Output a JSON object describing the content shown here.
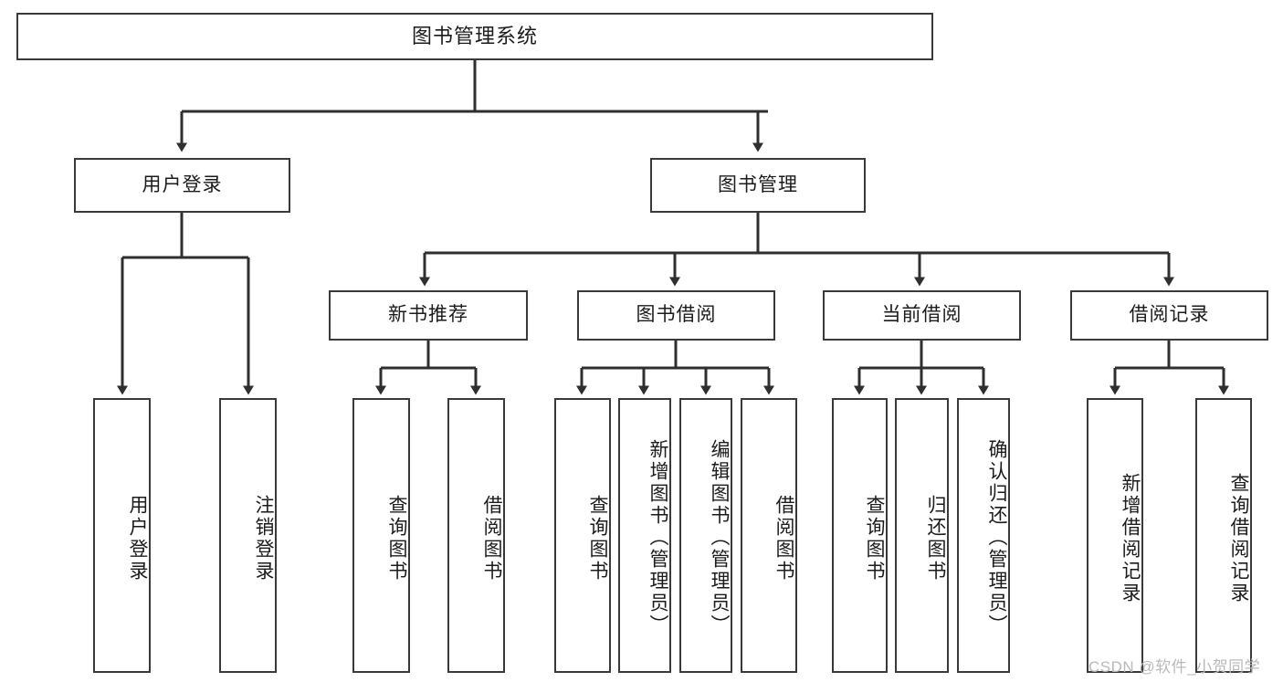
{
  "diagram": {
    "title": "图书管理系统",
    "type": "hierarchy-tree",
    "colors": {
      "box_border": "#3a3a3a",
      "box_fill": "#ffffff",
      "text": "#1b1b1b",
      "connector": "#2f2f2f",
      "watermark": "#b9b9b9",
      "background": "#ffffff"
    },
    "root": {
      "label": "图书管理系统"
    },
    "level2": [
      {
        "label": "用户登录"
      },
      {
        "label": "图书管理"
      }
    ],
    "level3": [
      {
        "label": "新书推荐"
      },
      {
        "label": "图书借阅"
      },
      {
        "label": "当前借阅"
      },
      {
        "label": "借阅记录"
      }
    ],
    "leaves": {
      "user_login": [
        {
          "label": "用户登录"
        },
        {
          "label": "注销登录"
        }
      ],
      "new_book_recommend": [
        {
          "label": "查询图书"
        },
        {
          "label": "借阅图书"
        }
      ],
      "book_borrow": [
        {
          "label": "查询图书"
        },
        {
          "label": "新增图书（管理员）"
        },
        {
          "label": "编辑图书（管理员）"
        },
        {
          "label": "借阅图书"
        }
      ],
      "current_borrow": [
        {
          "label": "查询图书"
        },
        {
          "label": "归还图书"
        },
        {
          "label": "确认归还（管理员）"
        }
      ],
      "borrow_record": [
        {
          "label": "新增借阅记录"
        },
        {
          "label": "查询借阅记录"
        }
      ]
    },
    "watermark": "CSDN @软件_小贺同学"
  }
}
